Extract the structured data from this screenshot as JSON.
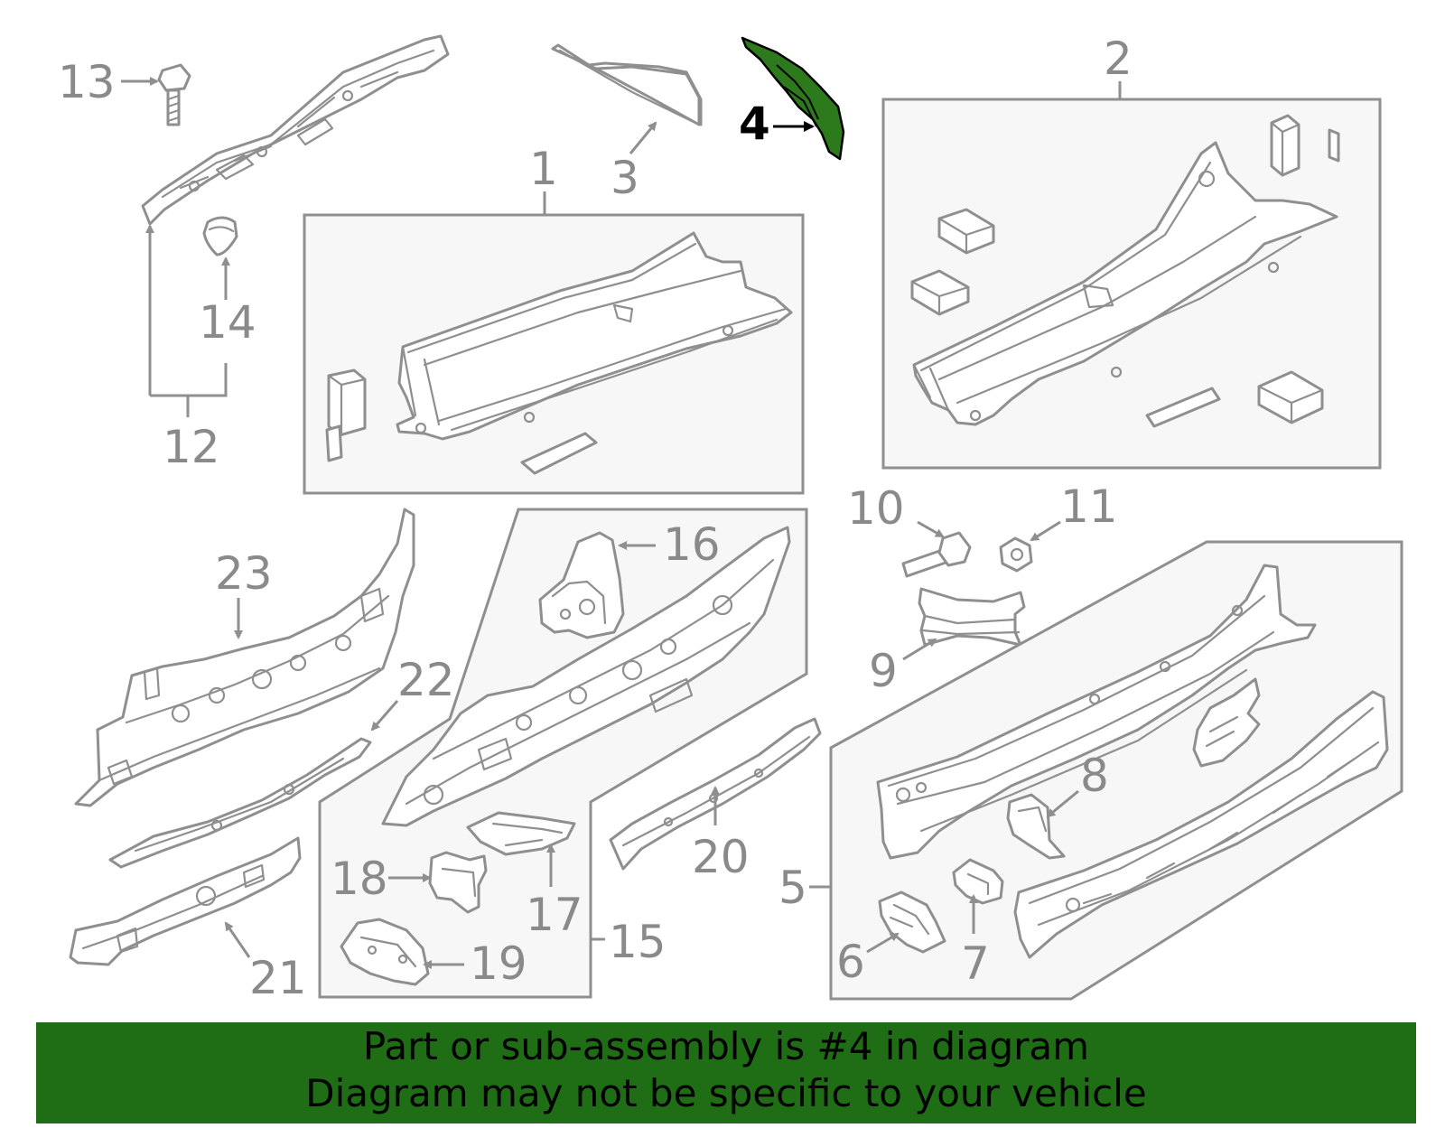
{
  "colors": {
    "highlight": "#2c7a1c",
    "outline": "#8f8f8f",
    "banner": "#1f6e16",
    "panel": "#f7f7f7"
  },
  "highlighted_part": "4",
  "callouts": [
    "1",
    "2",
    "3",
    "4",
    "5",
    "6",
    "7",
    "8",
    "9",
    "10",
    "11",
    "12",
    "13",
    "14",
    "15",
    "16",
    "17",
    "18",
    "19",
    "20",
    "21",
    "22",
    "23"
  ],
  "banner": {
    "line1": "Part or sub-assembly is #4 in diagram",
    "line2": "Diagram may not be specific to your vehicle"
  }
}
